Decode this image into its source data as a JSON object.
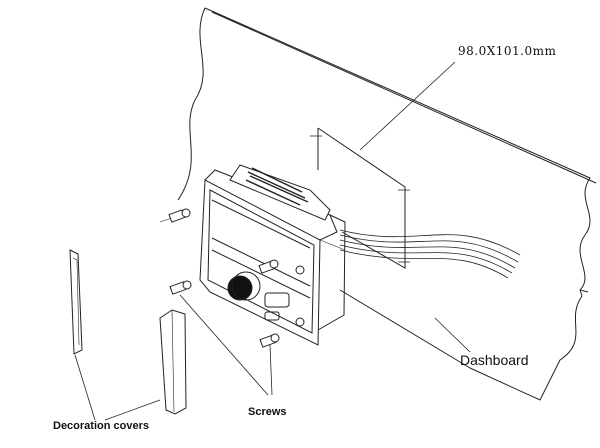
{
  "labels": {
    "cutout_dimensions": "98.0X101.0mm",
    "dashboard": "Dashboard",
    "screws": "Screws",
    "decoration_covers": "Decoration covers"
  }
}
